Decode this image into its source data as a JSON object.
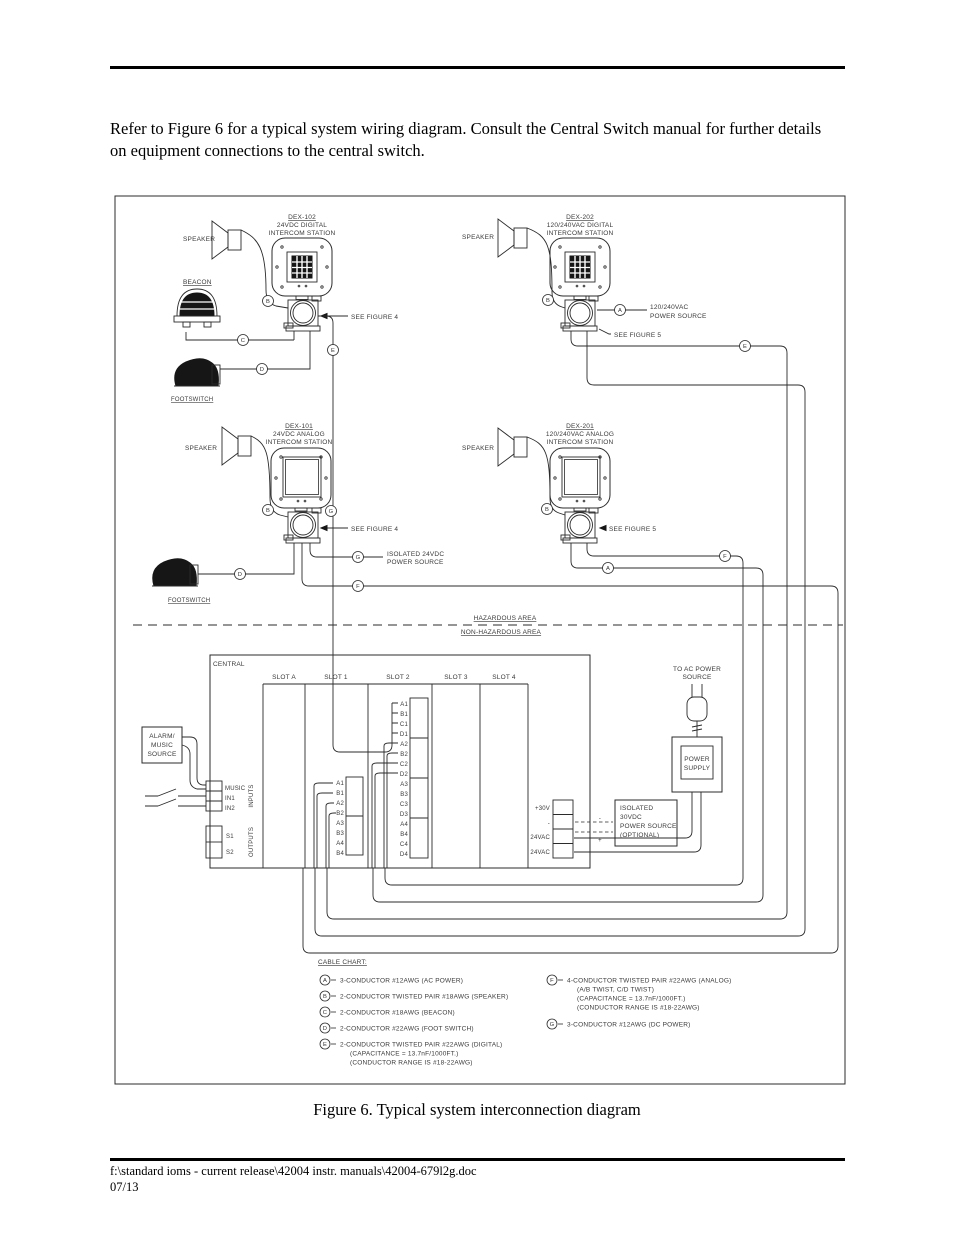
{
  "page": {
    "intro": "Refer to Figure 6 for a typical system wiring diagram.  Consult the Central Switch manual for further details on equipment connections to the central switch.",
    "caption": "Figure 6.  Typical system interconnection diagram",
    "footer_line1": "f:\\standard ioms - current release\\42004 instr. manuals\\42004-679l2g.doc",
    "footer_line2": "07/13"
  },
  "diagram": {
    "stations": [
      {
        "name": "DEX-102",
        "l2": "24VDC DIGITAL",
        "l3": "INTERCOM STATION"
      },
      {
        "name": "DEX-202",
        "l2": "120/240VAC DIGITAL",
        "l3": "INTERCOM STATION"
      },
      {
        "name": "DEX-101",
        "l2": "24VDC ANALOG",
        "l3": "INTERCOM STATION"
      },
      {
        "name": "DEX-201",
        "l2": "120/240VAC ANALOG",
        "l3": "INTERCOM STATION"
      }
    ],
    "labels": {
      "speaker": "SPEAKER",
      "beacon": "BEACON",
      "footswitch": "FOOTSWITCH",
      "see_fig4": "SEE FIGURE 4",
      "see_fig5": "SEE FIGURE 5",
      "vac1": "120/240VAC",
      "vac2": "POWER SOURCE",
      "iso24a": "ISOLATED 24VDC",
      "iso24b": "POWER SOURCE",
      "haz": "HAZARDOUS AREA",
      "nonhaz": "NON-HAZARDOUS AREA",
      "toac1": "TO AC POWER",
      "toac2": "SOURCE",
      "ps1": "POWER",
      "ps2": "SUPPLY",
      "alarm1": "ALARM/",
      "alarm2": "MUSIC",
      "alarm3": "SOURCE",
      "iso301": "ISOLATED",
      "iso302": "30VDC",
      "iso303": "POWER SOURCE",
      "iso304": "(OPTIONAL)",
      "plus": "+",
      "minus": "-"
    },
    "central": {
      "title": "CENTRAL",
      "slots": [
        "SLOT A",
        "SLOT 1",
        "SLOT 2",
        "SLOT 3",
        "SLOT 4"
      ],
      "inputs": "INPUTS",
      "outputs": "OUTPUTS",
      "in_terms": [
        "MUSIC",
        "IN1",
        "IN2"
      ],
      "out_terms": [
        "S1",
        "S2"
      ],
      "slot1_pins": [
        "A1",
        "B1",
        "A2",
        "B2",
        "A3",
        "B3",
        "A4",
        "B4"
      ],
      "slot2_pins": [
        "A1",
        "B1",
        "C1",
        "D1",
        "A2",
        "B2",
        "C2",
        "D2",
        "A3",
        "B3",
        "C3",
        "D3",
        "A4",
        "B4",
        "C4",
        "D4"
      ],
      "pwr": [
        "+30V",
        "-",
        "24VAC",
        "24VAC"
      ]
    },
    "tags": [
      "B",
      "C",
      "D",
      "E",
      "B",
      "A",
      "E",
      "B",
      "G",
      "G",
      "D",
      "F",
      "B",
      "F",
      "A"
    ],
    "chart": {
      "title": "CABLE CHART:",
      "items": [
        {
          "k": "A",
          "l1": "3-CONDUCTOR #12AWG (AC POWER)"
        },
        {
          "k": "B",
          "l1": "2-CONDUCTOR TWISTED PAIR #18AWG (SPEAKER)"
        },
        {
          "k": "C",
          "l1": "2-CONDUCTOR #18AWG (BEACON)"
        },
        {
          "k": "D",
          "l1": "2-CONDUCTOR #22AWG (FOOT SWITCH)"
        },
        {
          "k": "E",
          "l1": "2-CONDUCTOR TWISTED PAIR #22AWG (DIGITAL)",
          "l2": "(CAPACITANCE = 13.7nF/1000FT.)",
          "l3": "(CONDUCTOR RANGE IS #18-22AWG)"
        },
        {
          "k": "F",
          "l1": "4-CONDUCTOR TWISTED PAIR #22AWG (ANALOG)",
          "l2": "(A/B TWIST, C/D TWIST)",
          "l3": "(CAPACITANCE = 13.7nF/1000FT.)",
          "l4": "(CONDUCTOR RANGE IS #18-22AWG)"
        },
        {
          "k": "G",
          "l1": "3-CONDUCTOR #12AWG (DC POWER)"
        }
      ]
    }
  }
}
